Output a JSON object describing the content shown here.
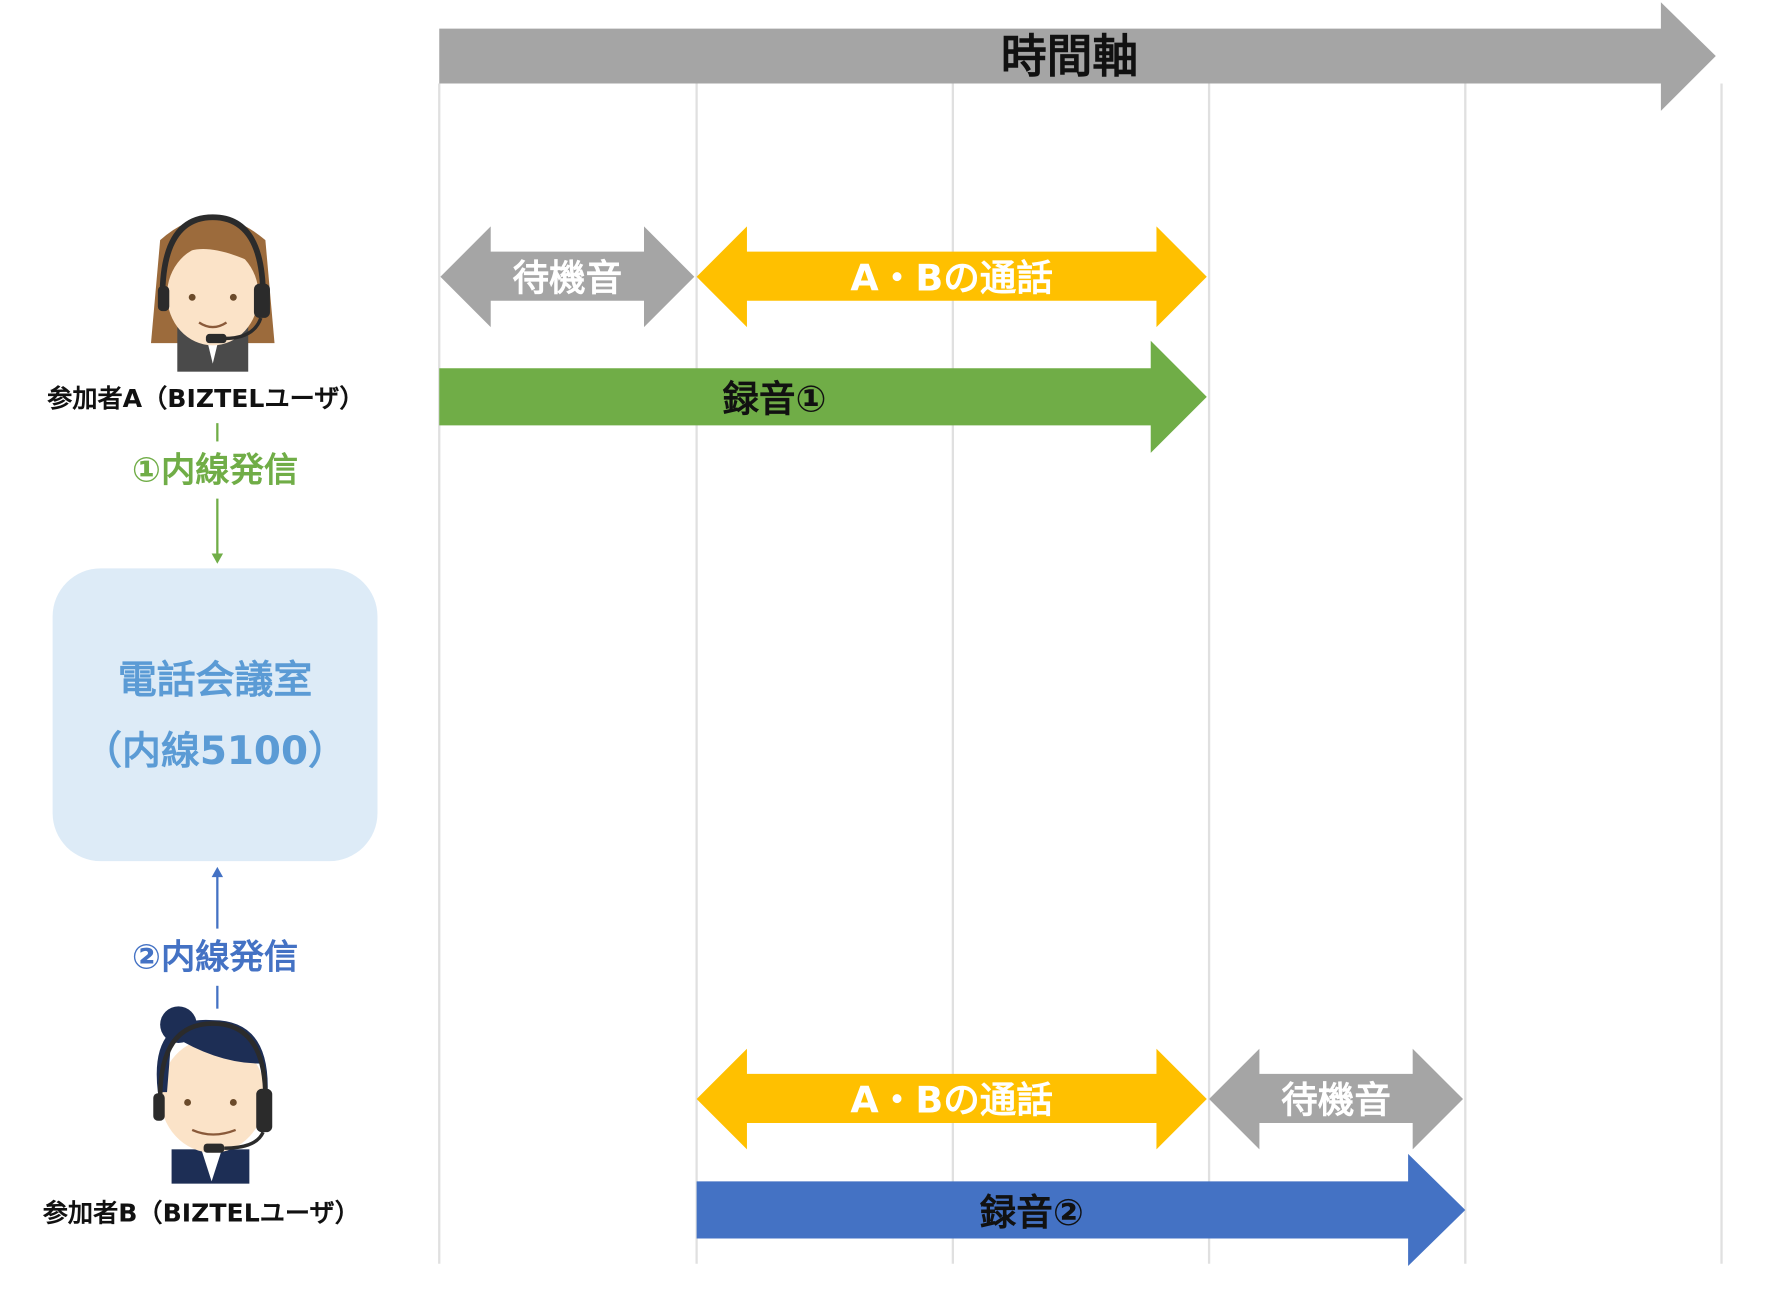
{
  "timeline": {
    "title": "時間軸"
  },
  "participant_a": {
    "label": "参加者A（BIZTELユーザ）",
    "segments": [
      {
        "label": "待機音",
        "color": "#a5a5a5"
      },
      {
        "label": "A・Bの通話",
        "color": "#ffc000"
      }
    ],
    "recording": {
      "label": "録音①",
      "color": "#70ad47"
    },
    "call": {
      "label": "①内線発信",
      "color": "#70ad47"
    }
  },
  "conference": {
    "title": "電話会議室",
    "extension": "（内線5100）",
    "color": "#5b9bd5",
    "fill": "#ddebf7"
  },
  "participant_b": {
    "label": "参加者B（BIZTELユーザ）",
    "segments": [
      {
        "label": "A・Bの通話",
        "color": "#ffc000"
      },
      {
        "label": "待機音",
        "color": "#a5a5a5"
      }
    ],
    "recording": {
      "label": "録音②",
      "color": "#4472c4"
    },
    "call": {
      "label": "②内線発信",
      "color": "#4472c4"
    }
  }
}
